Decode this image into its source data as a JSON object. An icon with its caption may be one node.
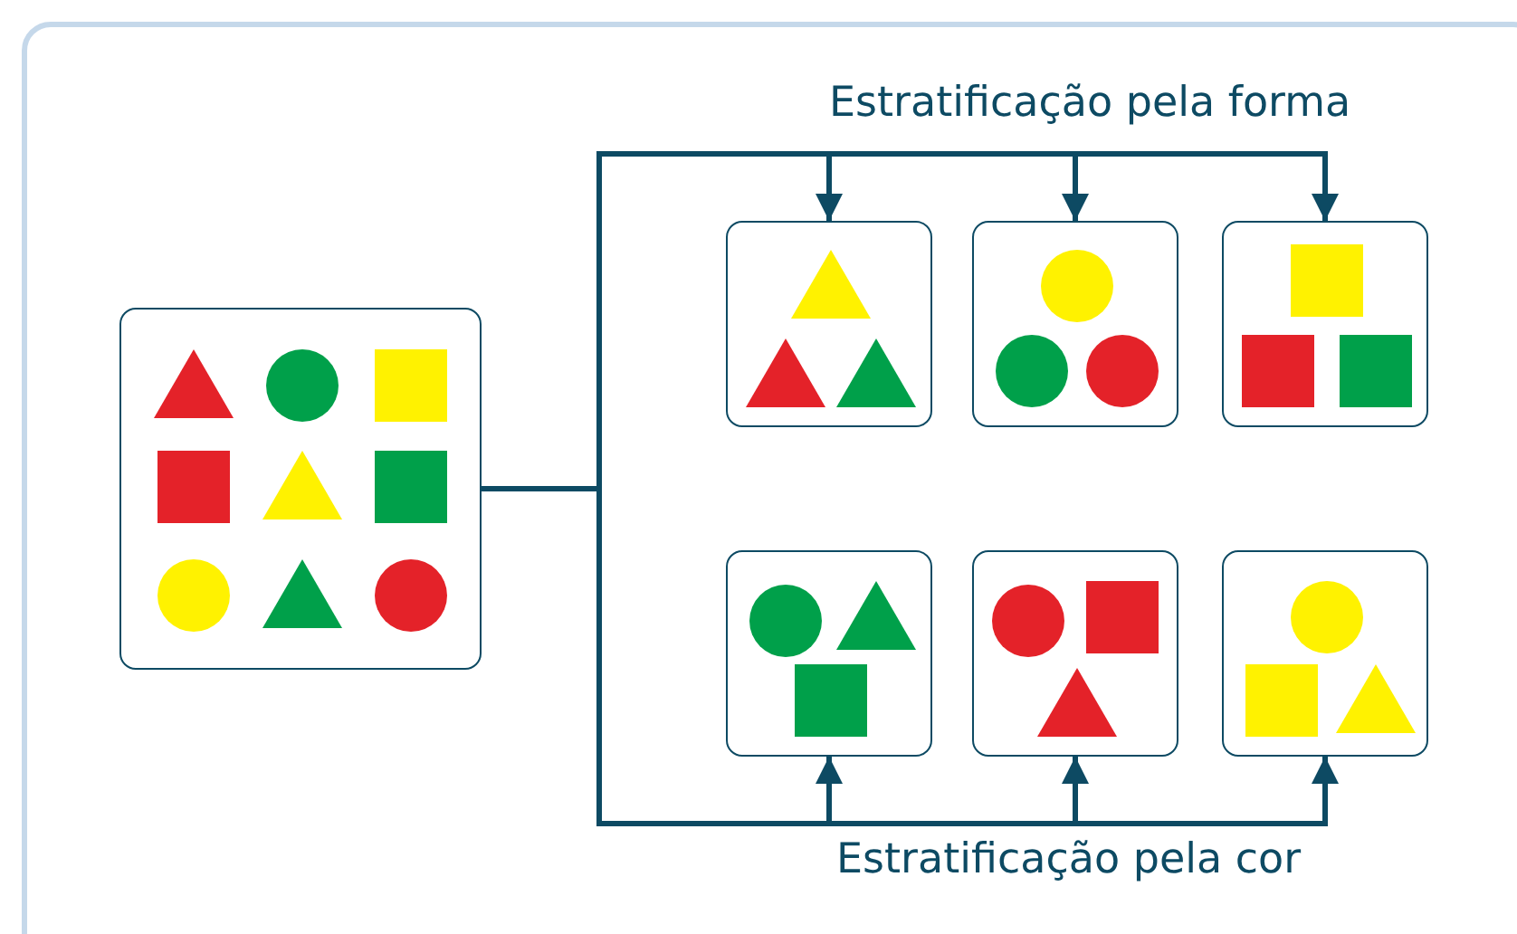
{
  "diagram": {
    "nodes": [
      {
        "text": [],
        "shape": "box"
      },
      {
        "text": [],
        "shape": "box"
      },
      {
        "text": [],
        "shape": "box"
      },
      {
        "text": [],
        "shape": "box"
      },
      {
        "text": [],
        "shape": "box"
      },
      {
        "text": [],
        "shape": "box"
      },
      {
        "text": [],
        "shape": "box"
      }
    ],
    "edges": [
      {
        "from": 0,
        "to": 1,
        "arrow": "to"
      },
      {
        "from": 0,
        "to": 2,
        "arrow": "to"
      },
      {
        "from": 0,
        "to": 3,
        "arrow": "to"
      },
      {
        "from": 0,
        "to": 4,
        "arrow": "to"
      },
      {
        "from": 0,
        "to": 5,
        "arrow": "to"
      },
      {
        "from": 0,
        "to": 6,
        "arrow": "to"
      }
    ],
    "labels": [
      "Estratificação pela forma",
      "Estratificação pela cor"
    ]
  }
}
